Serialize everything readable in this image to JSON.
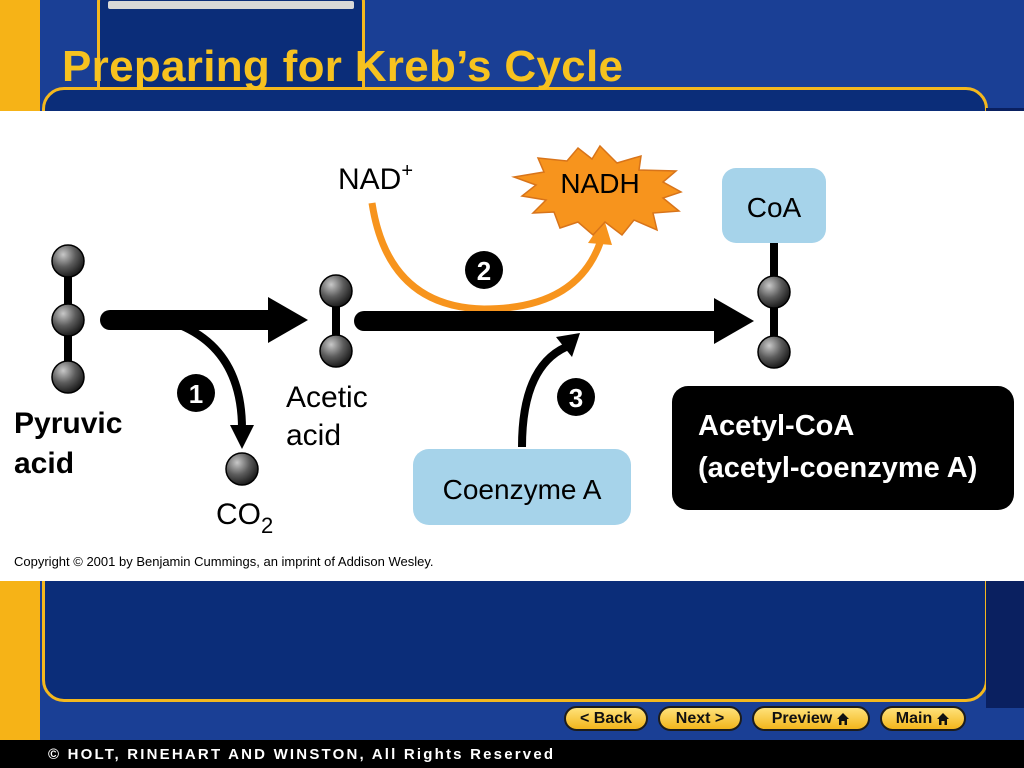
{
  "slide": {
    "title": "Preparing for Kreb’s Cycle"
  },
  "diagram": {
    "labels": {
      "pyruvic_line1": "Pyruvic",
      "pyruvic_line2": "acid",
      "acetic_line1": "Acetic",
      "acetic_line2": "acid",
      "co2": "CO",
      "co2_subscript": "2",
      "nad": "NAD",
      "nad_superscript": "+",
      "nadh": "NADH",
      "coa": "CoA",
      "coenzyme_a": "Coenzyme A",
      "acetyl_coa_line1": "Acetyl-CoA",
      "acetyl_coa_line2": "(acetyl-coenzyme A)",
      "step1": "1",
      "step2": "2",
      "step3": "3"
    },
    "copyright": "Copyright © 2001 by Benjamin Cummings, an imprint of Addison Wesley.",
    "colors": {
      "nadh_burst": "#f7941d",
      "nad_arrow": "#f7941d",
      "coenzyme_box": "#a6d3ea",
      "acetyl_box": "#000000"
    }
  },
  "nav": {
    "back": "< Back",
    "next": "Next >",
    "preview": "Preview",
    "main": "Main"
  },
  "footer": {
    "text": "© HOLT, RINEHART AND WINSTON, All Rights Reserved"
  }
}
